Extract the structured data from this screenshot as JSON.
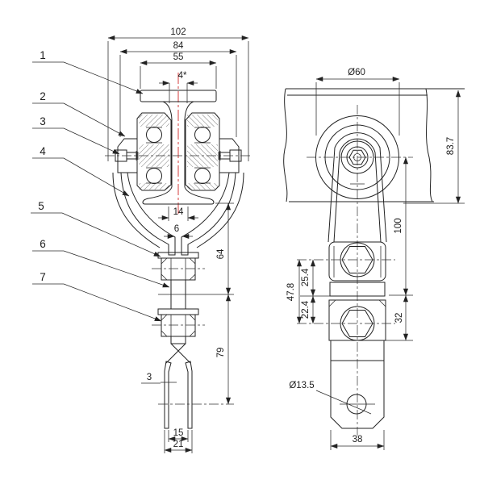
{
  "front_view": {
    "part_labels": [
      "1",
      "2",
      "3",
      "4",
      "5",
      "6",
      "7"
    ],
    "dims": {
      "overall_width": "102",
      "bracket_width": "84",
      "rail_head_width": "55",
      "web_thickness": "4*",
      "wheel_gap": "14",
      "neck_slot": "6",
      "drop_upper": "64",
      "drop_lower": "79",
      "fork_wall": "3",
      "fork_inner_width": "15",
      "fork_outer_width": "21"
    }
  },
  "side_view": {
    "dims": {
      "wheel_diameter": "Ø60",
      "rail_height": "83.7",
      "axle_to_bolt": "100",
      "bolt_spacing_upper": "25.4",
      "bolt_spacing_lower": "22.4",
      "bolt_spacing_total": "47.8",
      "block_height": "32",
      "hole_diameter": "Ø13.5",
      "strap_width": "38"
    }
  },
  "colors": {
    "line": "#222222",
    "centerline_red": "#d43c3c"
  }
}
